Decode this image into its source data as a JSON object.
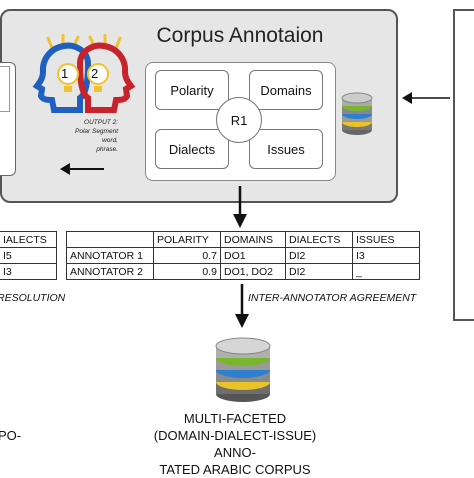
{
  "panel": {
    "title": "Corpus Annotaion",
    "output_note": [
      "OUTPUT 2:",
      "Polar Segment",
      "word,",
      "phrase."
    ],
    "center_label": "R1",
    "categories": {
      "polarity": "Polarity",
      "domains": "Domains",
      "dialects": "Dialects",
      "issues": "Issues"
    },
    "head_labels": [
      "1",
      "2"
    ]
  },
  "left_table": {
    "header": "IALECTS",
    "rows": [
      "I5",
      "I3"
    ]
  },
  "right_table": {
    "headers": [
      "",
      "POLARITY",
      "DOMAINS",
      "DIALECTS",
      "ISSUES"
    ],
    "rows": [
      [
        "ANNOTATOR 1",
        "0.7",
        "DO1",
        "DI2",
        "I3"
      ],
      [
        "ANNOTATOR 2",
        "0.9",
        "DO1, DO2",
        "DI2",
        "_"
      ]
    ]
  },
  "labels": {
    "resolution": "RESOLUTION",
    "agreement": "INTER-ANNOTATOR AGREEMENT",
    "left_fragment": "PO-"
  },
  "final_caption": [
    "MULTI-FACETED",
    "(DOMAIN-DIALECT-ISSUE) ANNO-",
    "TATED ARABIC CORPUS"
  ],
  "colors": {
    "head_blue": "#1f5fbf",
    "head_red": "#c8232c",
    "bulb_yellow": "#f2c12e",
    "db_green": "#78b62e",
    "db_blue": "#2f7fd0",
    "db_yellow": "#e8c428",
    "panel_bg": "#e6e6e6"
  }
}
